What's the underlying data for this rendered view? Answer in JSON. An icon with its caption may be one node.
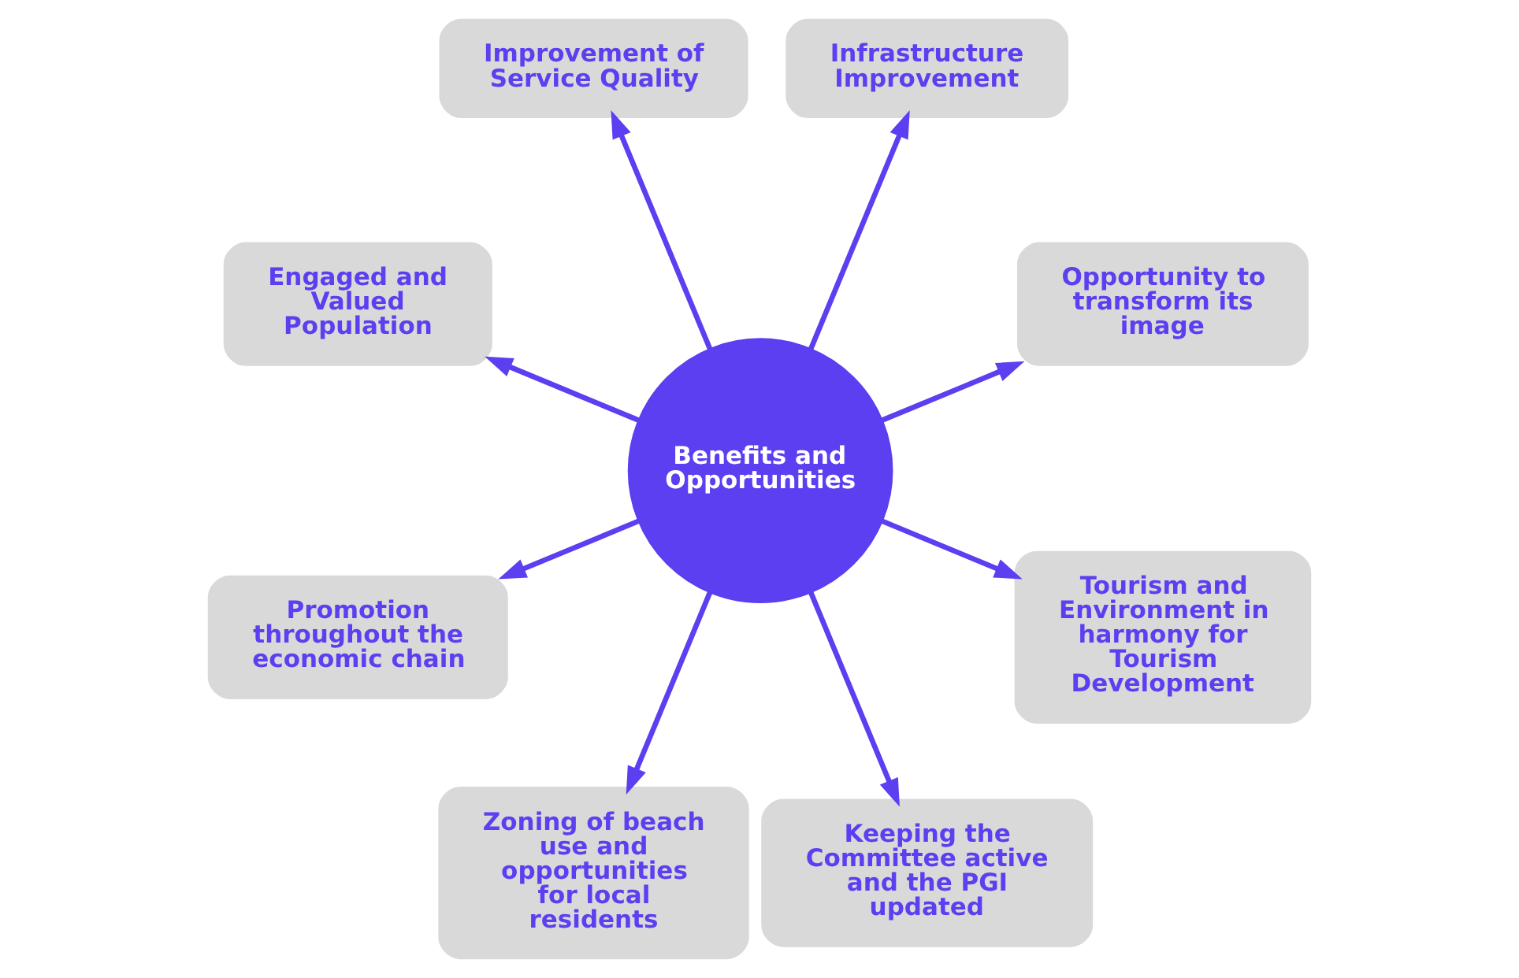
{
  "diagram": {
    "nodes": [
      {
        "text": [
          "Opportunity to transform its image"
        ]
      },
      {
        "text": [
          "Infrastructure Improvement"
        ]
      },
      {
        "text": [
          "Improvement of Service Quality"
        ]
      },
      {
        "text": [
          "Engaged and Valued Population"
        ]
      },
      {
        "text": [
          "Benefits and Opportunities"
        ]
      },
      {
        "text": [
          "Promotion throughout the economic chain"
        ]
      },
      {
        "text": [
          "Zoning of beach use and opportunities for local residents"
        ]
      },
      {
        "text": [
          "Keeping the Committee active and the PGI updated"
        ]
      },
      {
        "text": [
          "Tourism and Environment in harmony for Tourism Development"
        ]
      }
    ],
    "edges": [
      {
        "from": 4,
        "to": 0,
        "arrow": "to"
      },
      {
        "from": 4,
        "to": 2,
        "arrow": "to"
      },
      {
        "from": 4,
        "to": 5,
        "arrow": "to"
      },
      {
        "from": 4,
        "to": 7,
        "arrow": "to"
      },
      {
        "from": 4,
        "to": 8,
        "arrow": "to"
      },
      {
        "from": 4,
        "to": 6,
        "arrow": "to"
      },
      {
        "from": 4,
        "to": 3,
        "arrow": "to"
      },
      {
        "from": 4,
        "to": 1,
        "arrow": "to"
      }
    ]
  }
}
